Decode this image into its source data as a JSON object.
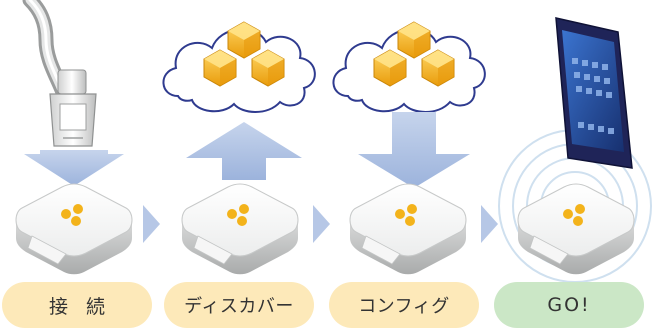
{
  "steps": [
    {
      "label": "接 続",
      "icon": "ethernet-cable-icon",
      "arrow_direction": "down",
      "badge_color": "#fde9b9"
    },
    {
      "label": "ディスカバー",
      "icon": "cloud-honeycomb-icon",
      "arrow_direction": "up",
      "badge_color": "#fde9b9"
    },
    {
      "label": "コンフィグ",
      "icon": "cloud-honeycomb-icon",
      "arrow_direction": "down",
      "badge_color": "#fde9b9"
    },
    {
      "label": "GO!",
      "icon": "tablet-wifi-icon",
      "arrow_direction": "none",
      "badge_color": "#cbe7c6"
    }
  ],
  "colors": {
    "arrow": "#a7bde0",
    "chevron": "#b6c7e6",
    "honeycomb": "#f4b51d",
    "cloud_stroke": "#2f3b8f",
    "device_dots": "#f3b31b",
    "tablet": "#1f2458",
    "tablet_screen": "#2a5bb8",
    "wifi_rings": "#cfe0ef"
  }
}
